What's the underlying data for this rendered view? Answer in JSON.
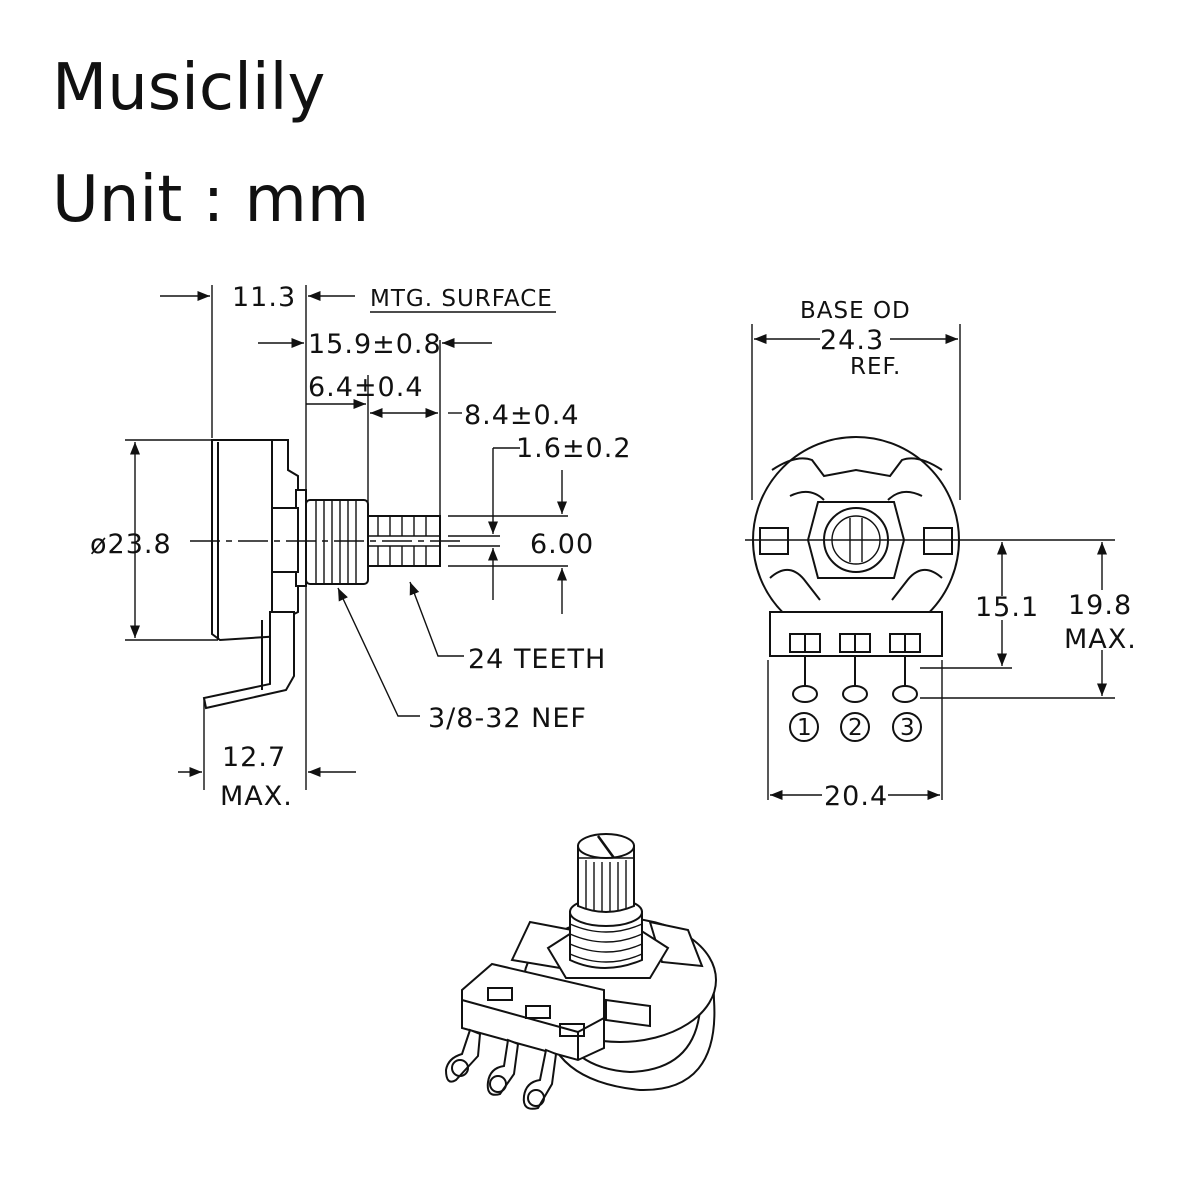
{
  "header": {
    "brand": "Musiclily",
    "unit_label": "Unit : mm"
  },
  "side_view": {
    "dim_overall": "11.3",
    "mtg_surface": "MTG. SURFACE",
    "dim_shaft": "15.9±0.8",
    "dim_bushing": "6.4±0.4",
    "dim_knurl": "8.4±0.4",
    "dim_slot": "1.6±0.2",
    "dim_diameter": "ø23.8",
    "dim_shaft_dia": "6.00",
    "teeth": "24 TEETH",
    "thread": "3/8-32 NEF",
    "dim_depth_value": "12.7",
    "dim_depth_max": "MAX."
  },
  "front_view": {
    "base_od": "BASE OD",
    "base_od_value": "24.3",
    "base_od_ref": "REF.",
    "dim_height": "15.1",
    "dim_height_max_value": "19.8",
    "dim_height_max": "MAX.",
    "dim_width": "20.4",
    "terminals": [
      "1",
      "2",
      "3"
    ]
  }
}
